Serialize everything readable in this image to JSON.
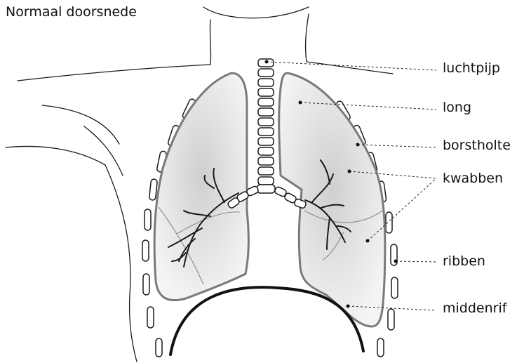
{
  "title": "Normaal doorsnede",
  "labels": {
    "trachea": "luchtpijp",
    "lung": "long",
    "chest_cavity": "borstholte",
    "lobes": "kwabben",
    "ribs": "ribben",
    "diaphragm": "middenrif"
  },
  "colors": {
    "lung_fill": "#e2e2e2",
    "lung_outline": "#7a7a7a",
    "line": "#1a1a1a",
    "leader": "#222222"
  }
}
